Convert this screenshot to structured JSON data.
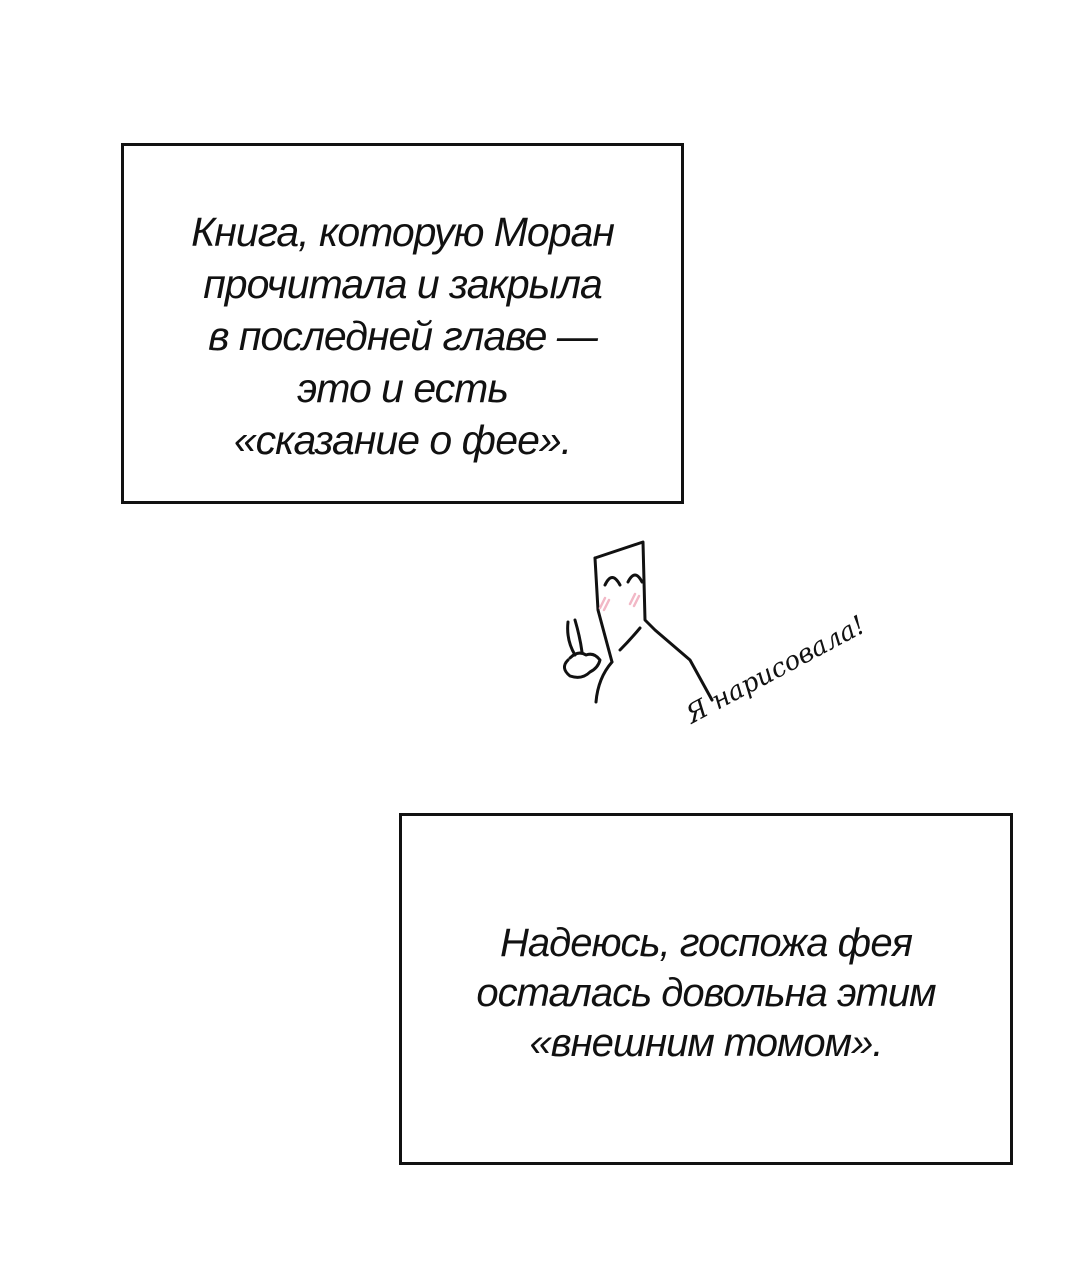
{
  "panels": [
    {
      "id": "narration-box-1",
      "lines": [
        "Книга, которую Моран",
        "прочитала и закрыла",
        "в последней главе —",
        "это и есть",
        "«сказание о фее»."
      ]
    },
    {
      "id": "narration-box-2",
      "lines": [
        "Надеюсь, госпожа фея",
        "осталась довольна этим",
        "«внешним томом»."
      ]
    }
  ],
  "text1": "Книга, которую Моран\nпрочитала и закрыла\nв последней главе —\nэто и есть\n«сказание о фее».",
  "text2": "Надеюсь, госпожа фея\nосталась довольна этим\n«внешним томом».",
  "doodle": {
    "description": "peace-sign chibi character with blush",
    "signature": "Я нарисовала!",
    "blush_color": "#f2b8c6",
    "line_color": "#111111"
  },
  "colors": {
    "background": "#ffffff",
    "border": "#111111",
    "text": "#111111"
  }
}
